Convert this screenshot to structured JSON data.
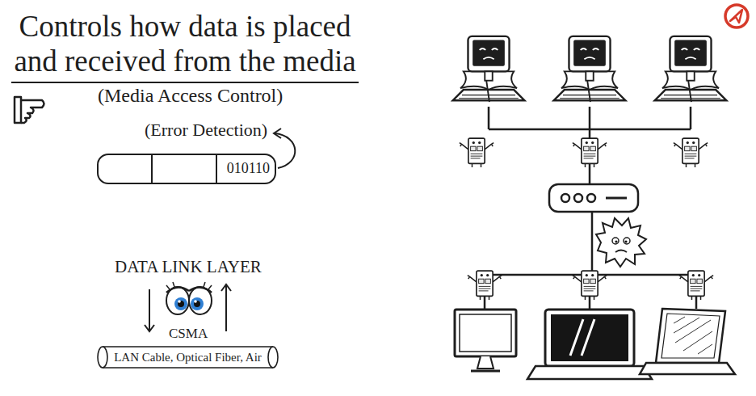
{
  "diagram": {
    "title": "Controls how data is placed and received from the media",
    "nodes": [
      {
        "text": [
          "010110"
        ]
      },
      {
        "text": [
          "LAN Cable, Optical Fiber, Air"
        ]
      }
    ],
    "labels": [
      "(Media Access Control)",
      "(Error Detection)",
      "DATA LINK LAYER",
      "CSMA"
    ]
  }
}
